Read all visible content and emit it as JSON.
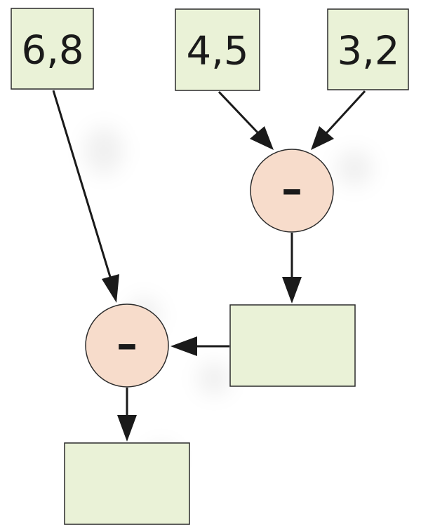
{
  "inputs": {
    "a": "6,8",
    "b": "4,5",
    "c": "3,2"
  },
  "operations": {
    "top": "–",
    "bottom": "–"
  },
  "results": {
    "intermediate": "",
    "final": ""
  },
  "colors": {
    "box_fill": "#eaf2d7",
    "circle_fill": "#f7dccb",
    "stroke": "#2b2b2b"
  }
}
